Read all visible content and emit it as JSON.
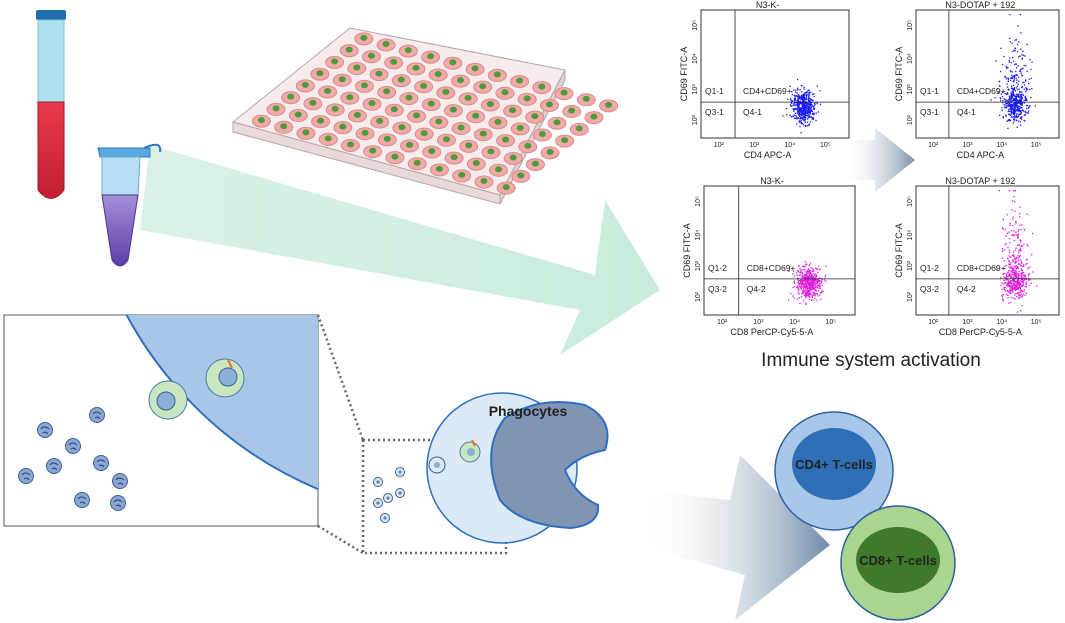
{
  "caption": "Immune system activation",
  "phagocytes_label": "Phagocytes",
  "cd4_label": "CD4+ T-cells",
  "cd8_label": "CD8+ T-cells",
  "plots": [
    {
      "title": "N3-K-",
      "ylabel": "CD69 FITC-A",
      "xlabel": "CD4 APC-A",
      "q_ul": "Q1-1",
      "q_ur": "CD4+CD69+",
      "q_ll": "Q3-1",
      "q_lr": "Q4-1",
      "dot_color": "#1a1aff",
      "x_ticks": [
        "10²",
        "10³",
        "10⁴",
        "10⁵"
      ],
      "y_ticks": [
        "10²",
        "10³",
        "10⁴",
        "10⁵"
      ]
    },
    {
      "title": "N3-DOTAP + 192",
      "ylabel": "CD69 FITC-A",
      "xlabel": "CD4 APC-A",
      "q_ul": "Q1-1",
      "q_ur": "CD4+CD69+",
      "q_ll": "Q3-1",
      "q_lr": "Q4-1",
      "dot_color": "#1a1aff",
      "x_ticks": [
        "10²",
        "10³",
        "10⁴",
        "10⁵"
      ],
      "y_ticks": [
        "10²",
        "10³",
        "10⁴",
        "10⁵"
      ]
    },
    {
      "title": "N3-K-",
      "ylabel": "CD69 FITC-A",
      "xlabel": "CD8 PerCP-Cy5-5-A",
      "q_ul": "Q1-2",
      "q_ur": "CD8+CD69+",
      "q_ll": "Q3-2",
      "q_lr": "Q4-2",
      "dot_color": "#e020e0",
      "x_ticks": [
        "10²",
        "10³",
        "10⁴",
        "10⁵"
      ],
      "y_ticks": [
        "10²",
        "10³",
        "10⁴",
        "10⁵"
      ]
    },
    {
      "title": "N3-DOTAP + 192",
      "ylabel": "CD69 FITC-A",
      "xlabel": "CD8 PerCP-Cy5-5-A",
      "q_ul": "Q1-2",
      "q_ur": "CD8+CD69+",
      "q_ll": "Q3-2",
      "q_lr": "Q4-2",
      "dot_color": "#e020e0",
      "x_ticks": [
        "10²",
        "10³",
        "10⁴",
        "10⁵"
      ],
      "y_ticks": [
        "10²",
        "10³",
        "10⁴",
        "10⁵"
      ]
    }
  ]
}
